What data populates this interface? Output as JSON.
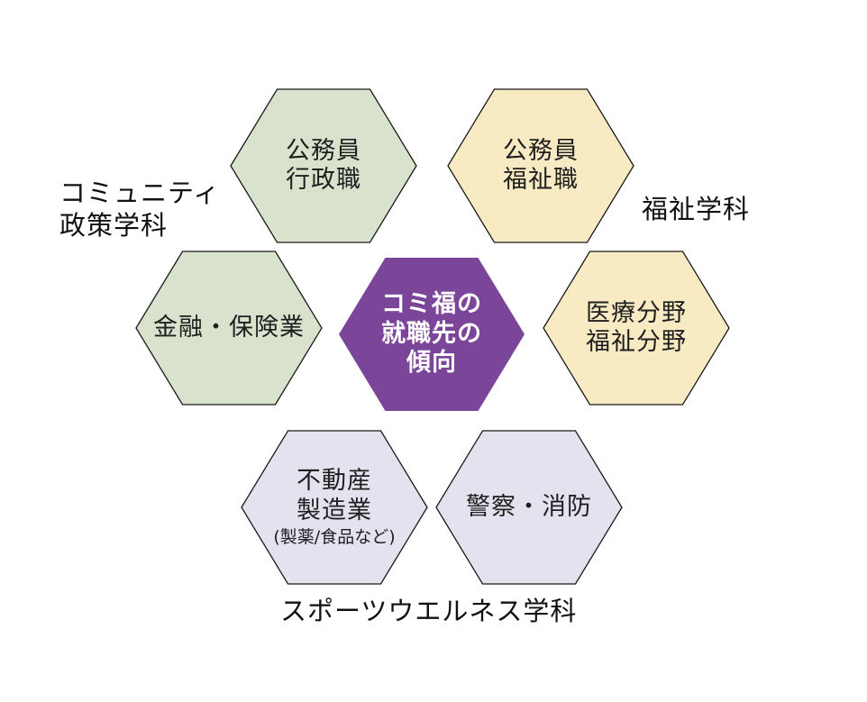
{
  "groups": {
    "community": {
      "line1": "コミュニティ",
      "line2": "政策学科",
      "color": "#d9e2cc"
    },
    "welfare": {
      "label": "福祉学科",
      "color": "#f8ebc4"
    },
    "sports": {
      "label": "スポーツウエルネス学科",
      "color": "#e3e3ef"
    }
  },
  "center": {
    "line1": "コミ福の",
    "line2": "就職先の",
    "line3": "傾向",
    "color": "#7b4599"
  },
  "hexagons": {
    "gyosei": {
      "line1": "公務員",
      "line2": "行政職"
    },
    "fukushi_koumuin": {
      "line1": "公務員",
      "line2": "福祉職"
    },
    "kinyu": {
      "line1": "金融・保険業"
    },
    "iryo": {
      "line1": "医療分野",
      "line2": "福祉分野"
    },
    "fudosan": {
      "line1": "不動産",
      "line2": "製造業",
      "note": "(製薬/食品など)"
    },
    "keisatsu": {
      "line1": "警察・消防"
    }
  },
  "outline_color": "#1a1a1a"
}
